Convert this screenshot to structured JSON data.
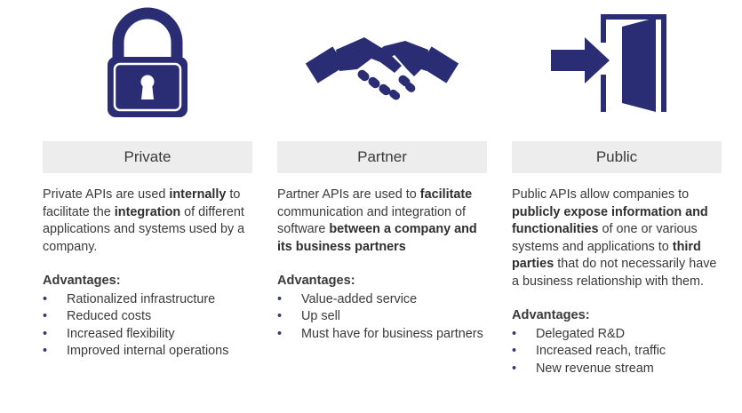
{
  "colors": {
    "icon_navy": "#2a2d74",
    "header_bg": "#ededed",
    "text": "#3a3a3a"
  },
  "columns": [
    {
      "icon": "padlock-icon",
      "title": "Private",
      "description": [
        {
          "t": "Private APIs are used ",
          "b": false
        },
        {
          "t": "internally",
          "b": true
        },
        {
          "t": " to facilitate the ",
          "b": false
        },
        {
          "t": "integration",
          "b": true
        },
        {
          "t": " of different applications and systems used by a company.",
          "b": false
        }
      ],
      "advantages_title": "Advantages:",
      "advantages": [
        "Rationalized infrastructure",
        "Reduced costs",
        "Increased flexibility",
        "Improved internal operations"
      ]
    },
    {
      "icon": "handshake-icon",
      "title": "Partner",
      "description": [
        {
          "t": "Partner APIs are used to ",
          "b": false
        },
        {
          "t": "facilitate",
          "b": true
        },
        {
          "t": " communication and integration of software ",
          "b": false
        },
        {
          "t": "between a company and its business partners",
          "b": true
        }
      ],
      "advantages_title": "Advantages:",
      "advantages": [
        "Value-added service",
        "Up sell",
        "Must have for business partners"
      ]
    },
    {
      "icon": "door-enter-icon",
      "title": "Public",
      "description": [
        {
          "t": "Public APIs allow companies to ",
          "b": false
        },
        {
          "t": "publicly expose information and functionalities",
          "b": true
        },
        {
          "t": " of one or various systems and applications to ",
          "b": false
        },
        {
          "t": "third parties",
          "b": true
        },
        {
          "t": " that do not necessarily have a business relationship with them.",
          "b": false
        }
      ],
      "advantages_title": "Advantages:",
      "advantages": [
        "Delegated R&D",
        "Increased reach, traffic",
        "New revenue stream"
      ]
    }
  ]
}
